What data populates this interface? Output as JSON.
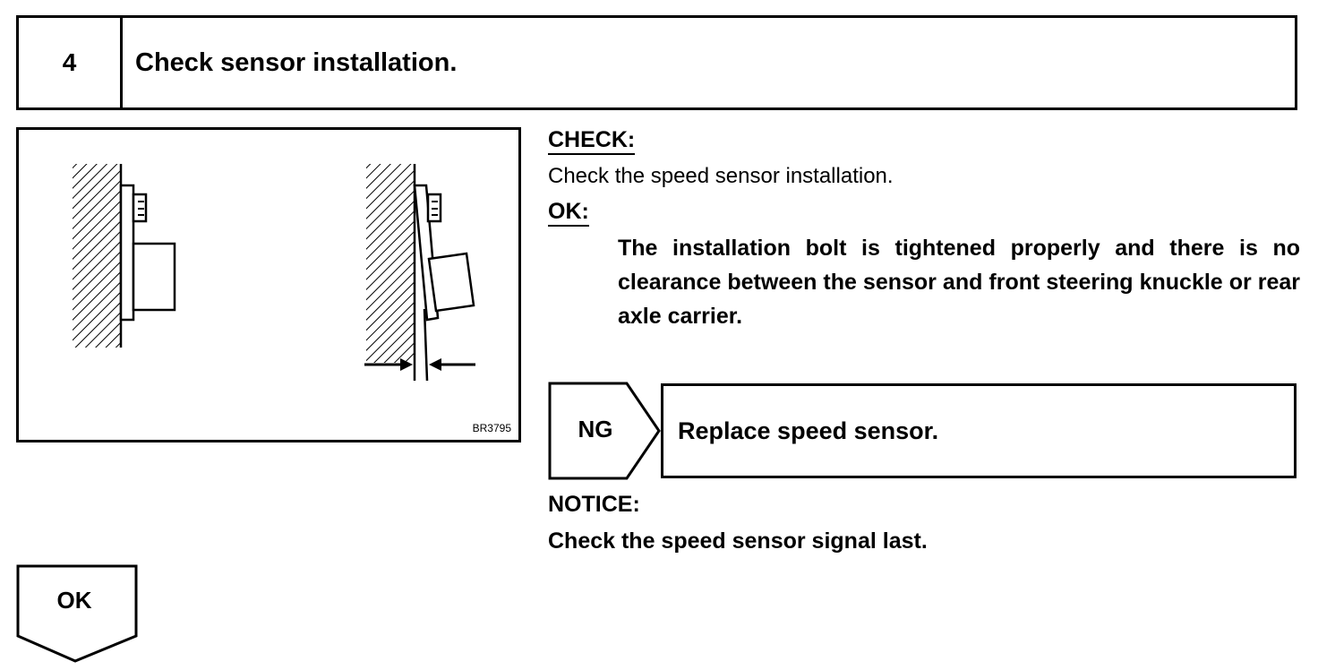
{
  "step": {
    "number": "4",
    "title": "Check sensor installation."
  },
  "figure": {
    "code": "BR3795"
  },
  "check": {
    "label": "CHECK:",
    "text": "Check the speed sensor installation."
  },
  "ok": {
    "label": "OK:",
    "text": "The installation bolt is tightened properly and there is no clearance between the sensor and front steering knuckle or rear axle carrier."
  },
  "ng": {
    "label": "NG",
    "action": "Replace speed sensor."
  },
  "notice": {
    "label": "NOTICE:",
    "text": "Check the speed sensor signal last."
  },
  "ok_arrow": {
    "label": "OK"
  }
}
